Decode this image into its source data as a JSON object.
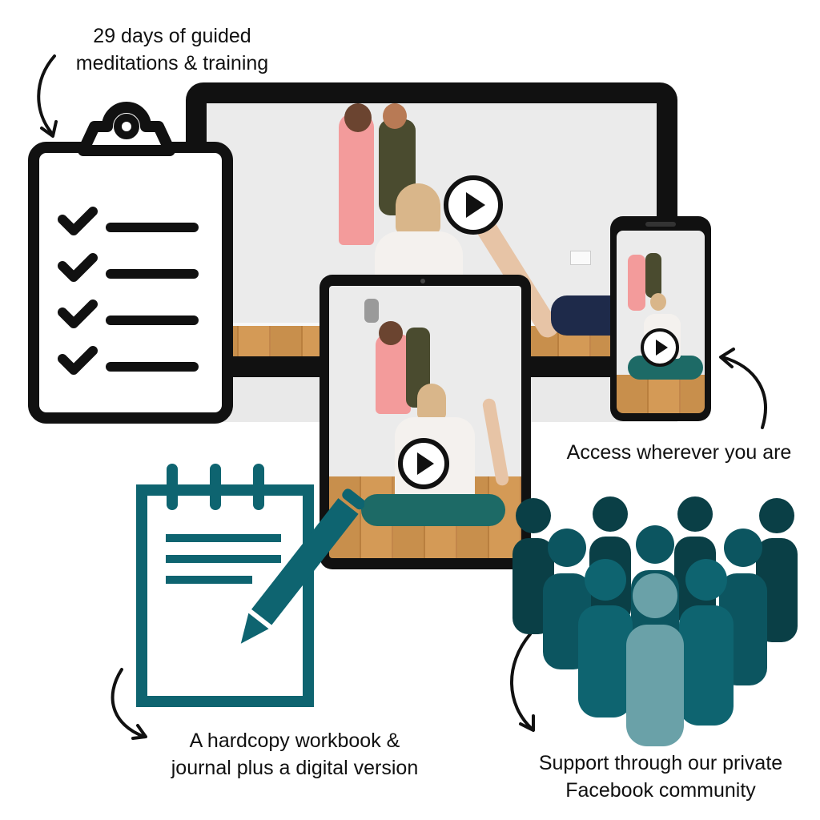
{
  "captions": {
    "meditations": [
      "29 days of guided",
      "meditations & training"
    ],
    "access": "Access wherever you are",
    "workbook": [
      "A hardcopy workbook &",
      "journal plus a digital version"
    ],
    "community": [
      "Support through our private",
      "Facebook community"
    ]
  },
  "icons": {
    "clipboard": "clipboard-checklist-icon",
    "notepad": "notepad-pencil-icon",
    "community": "people-group-icon",
    "play": "play-icon"
  },
  "colors": {
    "ink": "#111111",
    "teal": "#0e6470",
    "teal_dark": "#0a3f46",
    "teal_mid": "#0c5560",
    "teal_light": "#6aa1a8",
    "floor": "#c88f4c",
    "wall": "#ebebeb"
  }
}
